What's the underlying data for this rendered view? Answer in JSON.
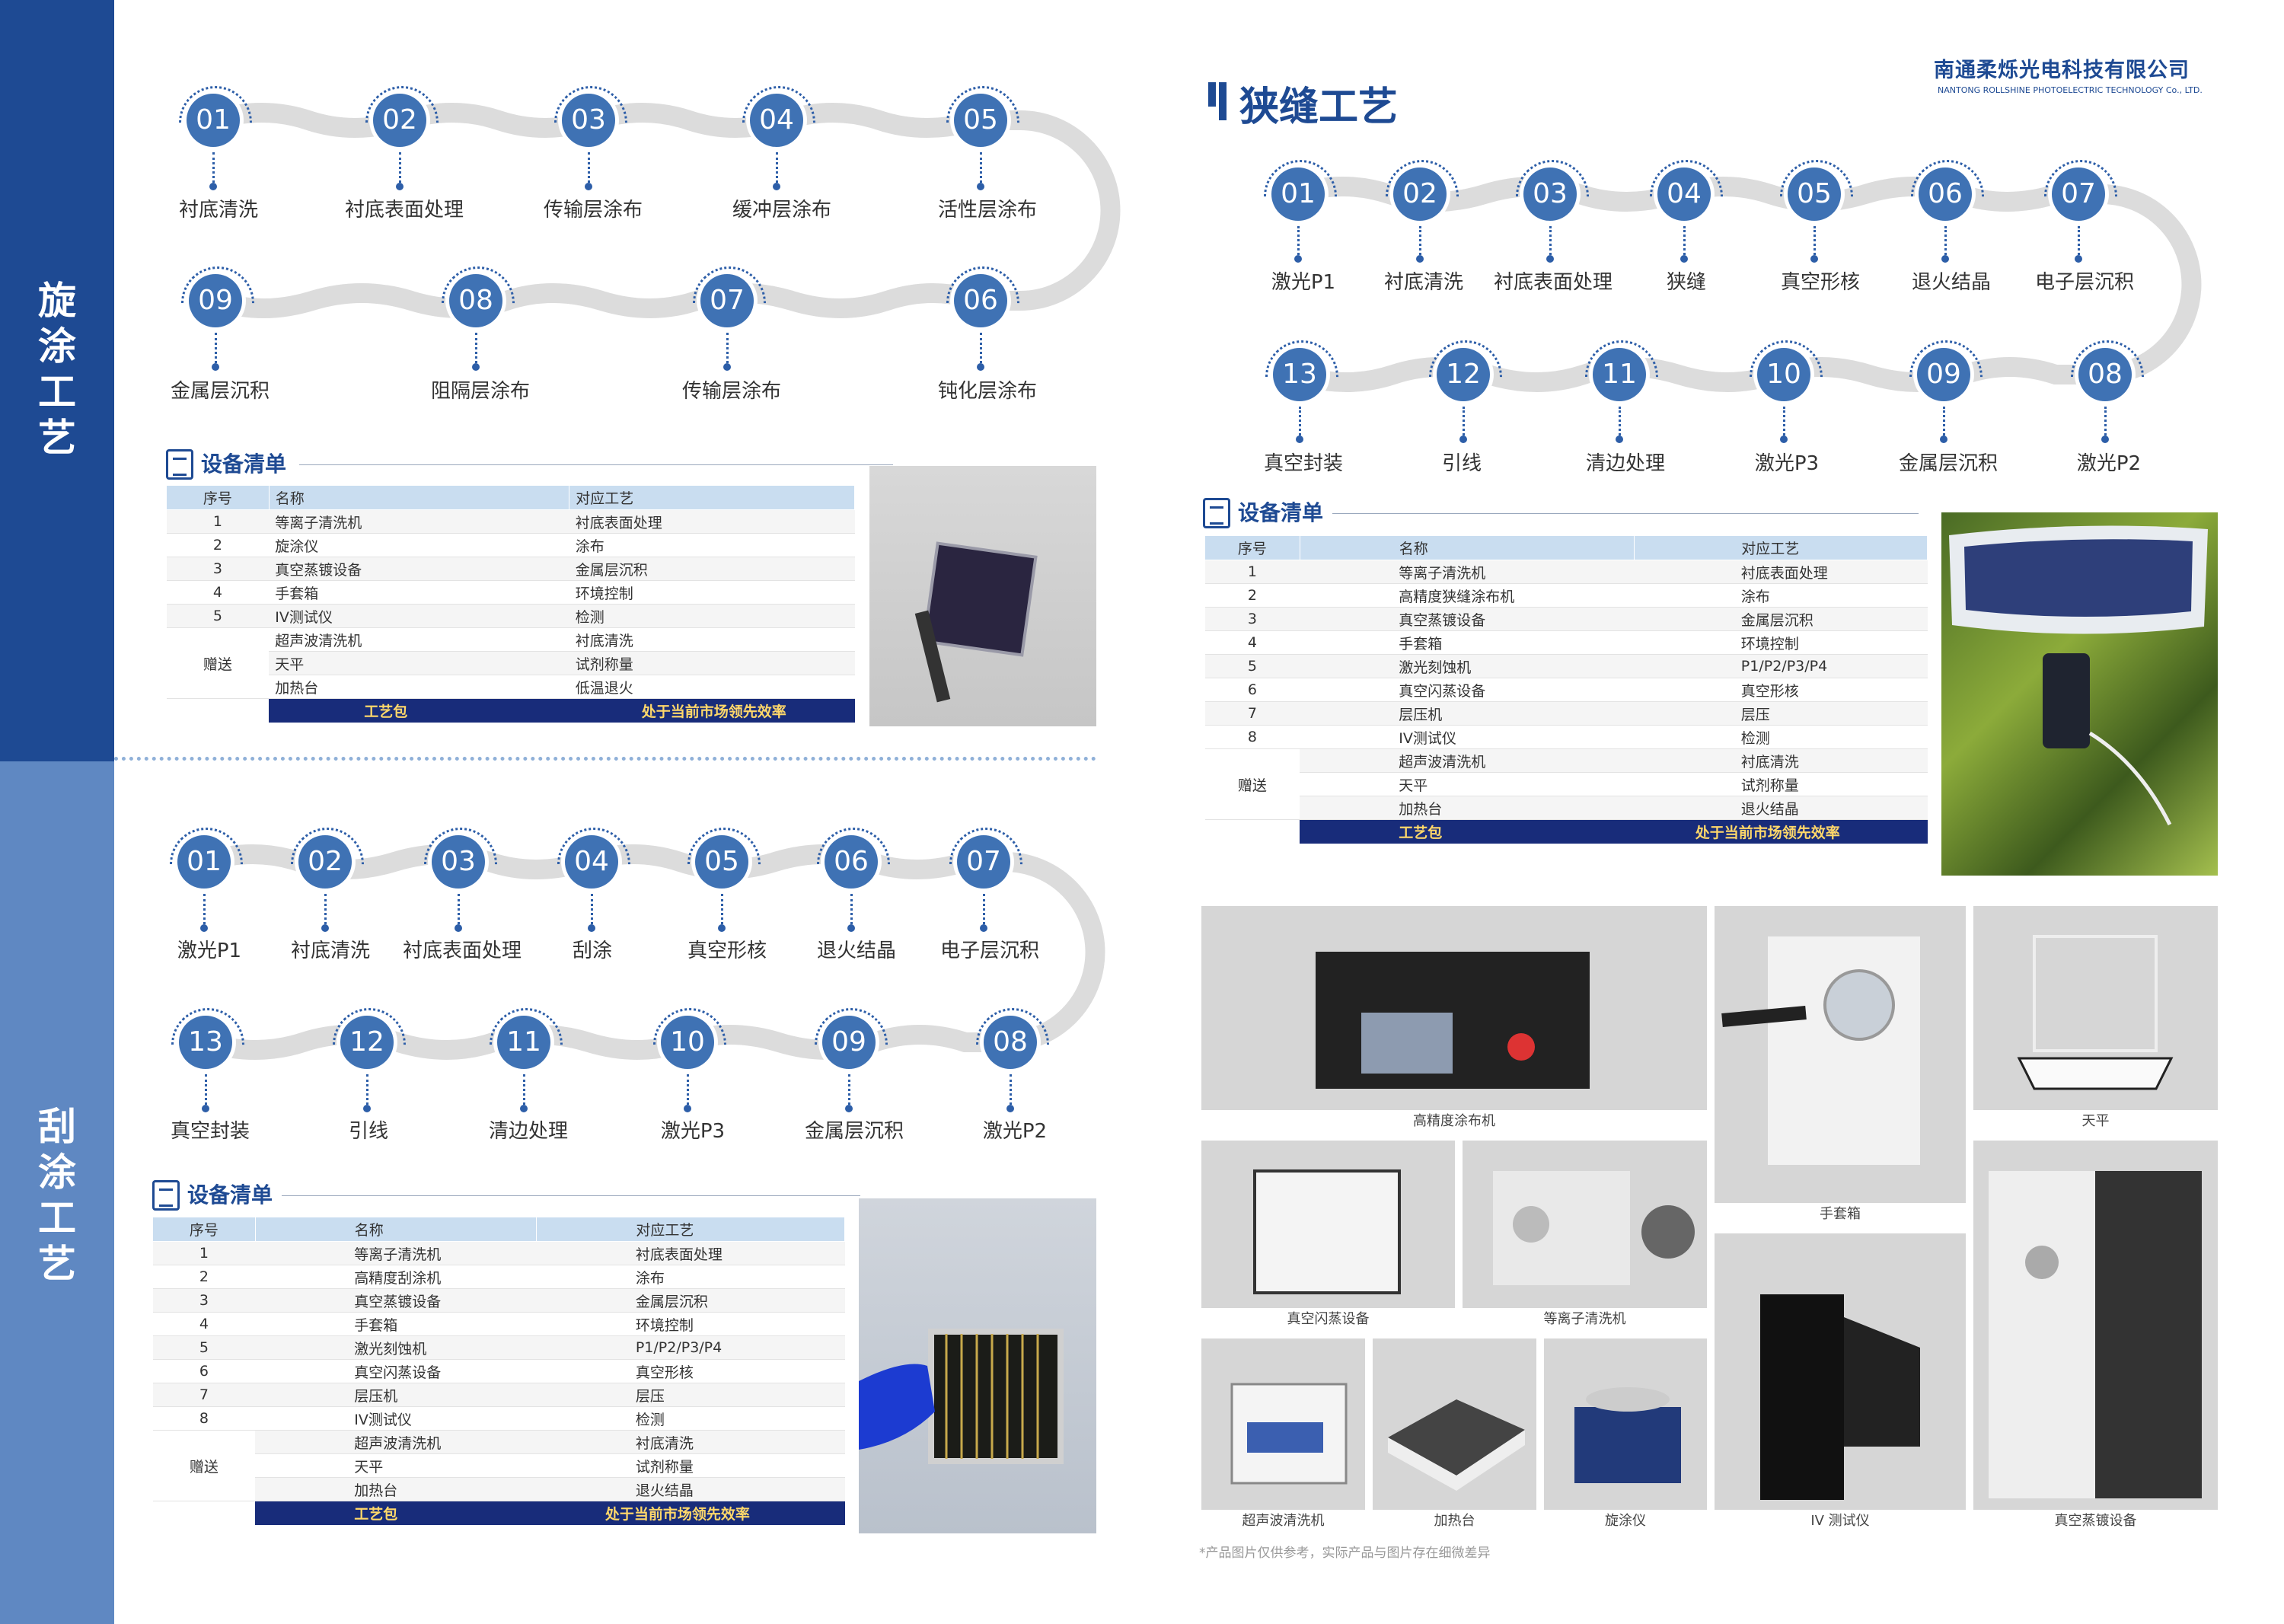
{
  "sidebar": {
    "spin_title": [
      "旋",
      "涂",
      "工",
      "艺"
    ],
    "blade_title": [
      "刮",
      "涂",
      "工",
      "艺"
    ]
  },
  "header": {
    "company_cn": "南通柔烁光电科技有限公司",
    "company_en": "NANTONG ROLLSHINE PHOTOELECTRIC TECHNOLOGY Co., LTD.",
    "slot_title": "狭缝工艺"
  },
  "spin": {
    "steps": [
      {
        "num": "01",
        "label": "衬底清洗"
      },
      {
        "num": "02",
        "label": "衬底表面处理"
      },
      {
        "num": "03",
        "label": "传输层涂布"
      },
      {
        "num": "04",
        "label": "缓冲层涂布"
      },
      {
        "num": "05",
        "label": "活性层涂布"
      },
      {
        "num": "06",
        "label": "钝化层涂布"
      },
      {
        "num": "07",
        "label": "传输层涂布"
      },
      {
        "num": "08",
        "label": "阻隔层涂布"
      },
      {
        "num": "09",
        "label": "金属层沉积"
      }
    ],
    "list_title": "设备清单",
    "headers": [
      "序号",
      "名称",
      "对应工艺"
    ],
    "rows": [
      [
        "1",
        "等离子清洗机",
        "衬底表面处理"
      ],
      [
        "2",
        "旋涂仪",
        "涂布"
      ],
      [
        "3",
        "真空蒸镀设备",
        "金属层沉积"
      ],
      [
        "4",
        "手套箱",
        "环境控制"
      ],
      [
        "5",
        "IV测试仪",
        "检测"
      ]
    ],
    "gift_label": "赠送",
    "gift_rows": [
      [
        "超声波清洗机",
        "衬底清洗"
      ],
      [
        "天平",
        "试剂称量"
      ],
      [
        "加热台",
        "低温退火"
      ]
    ],
    "package": [
      "工艺包",
      "处于当前市场领先效率"
    ]
  },
  "blade": {
    "steps": [
      {
        "num": "01",
        "label": "激光P1"
      },
      {
        "num": "02",
        "label": "衬底清洗"
      },
      {
        "num": "03",
        "label": "衬底表面处理"
      },
      {
        "num": "04",
        "label": "刮涂"
      },
      {
        "num": "05",
        "label": "真空形核"
      },
      {
        "num": "06",
        "label": "退火结晶"
      },
      {
        "num": "07",
        "label": "电子层沉积"
      },
      {
        "num": "08",
        "label": "激光P2"
      },
      {
        "num": "09",
        "label": "金属层沉积"
      },
      {
        "num": "10",
        "label": "激光P3"
      },
      {
        "num": "11",
        "label": "清边处理"
      },
      {
        "num": "12",
        "label": "引线"
      },
      {
        "num": "13",
        "label": "真空封装"
      }
    ],
    "list_title": "设备清单",
    "headers": [
      "序号",
      "名称",
      "对应工艺"
    ],
    "rows": [
      [
        "1",
        "等离子清洗机",
        "衬底表面处理"
      ],
      [
        "2",
        "高精度刮涂机",
        "涂布"
      ],
      [
        "3",
        "真空蒸镀设备",
        "金属层沉积"
      ],
      [
        "4",
        "手套箱",
        "环境控制"
      ],
      [
        "5",
        "激光刻蚀机",
        "P1/P2/P3/P4"
      ],
      [
        "6",
        "真空闪蒸设备",
        "真空形核"
      ],
      [
        "7",
        "层压机",
        "层压"
      ],
      [
        "8",
        "IV测试仪",
        "检测"
      ]
    ],
    "gift_label": "赠送",
    "gift_rows": [
      [
        "超声波清洗机",
        "衬底清洗"
      ],
      [
        "天平",
        "试剂称量"
      ],
      [
        "加热台",
        "退火结晶"
      ]
    ],
    "package": [
      "工艺包",
      "处于当前市场领先效率"
    ]
  },
  "slot": {
    "steps": [
      {
        "num": "01",
        "label": "激光P1"
      },
      {
        "num": "02",
        "label": "衬底清洗"
      },
      {
        "num": "03",
        "label": "衬底表面处理"
      },
      {
        "num": "04",
        "label": "狭缝"
      },
      {
        "num": "05",
        "label": "真空形核"
      },
      {
        "num": "06",
        "label": "退火结晶"
      },
      {
        "num": "07",
        "label": "电子层沉积"
      },
      {
        "num": "08",
        "label": "激光P2"
      },
      {
        "num": "09",
        "label": "金属层沉积"
      },
      {
        "num": "10",
        "label": "激光P3"
      },
      {
        "num": "11",
        "label": "清边处理"
      },
      {
        "num": "12",
        "label": "引线"
      },
      {
        "num": "13",
        "label": "真空封装"
      }
    ],
    "list_title": "设备清单",
    "headers": [
      "序号",
      "名称",
      "对应工艺"
    ],
    "rows": [
      [
        "1",
        "等离子清洗机",
        "衬底表面处理"
      ],
      [
        "2",
        "高精度狭缝涂布机",
        "涂布"
      ],
      [
        "3",
        "真空蒸镀设备",
        "金属层沉积"
      ],
      [
        "4",
        "手套箱",
        "环境控制"
      ],
      [
        "5",
        "激光刻蚀机",
        "P1/P2/P3/P4"
      ],
      [
        "6",
        "真空闪蒸设备",
        "真空形核"
      ],
      [
        "7",
        "层压机",
        "层压"
      ],
      [
        "8",
        "IV测试仪",
        "检测"
      ]
    ],
    "gift_label": "赠送",
    "gift_rows": [
      [
        "超声波清洗机",
        "衬底清洗"
      ],
      [
        "天平",
        "试剂称量"
      ],
      [
        "加热台",
        "退火结晶"
      ]
    ],
    "package": [
      "工艺包",
      "处于当前市场领先效率"
    ]
  },
  "equipment": {
    "coater": "高精度涂布机",
    "glovebox": "手套箱",
    "balance": "天平",
    "flash": "真空闪蒸设备",
    "plasma": "等离子清洗机",
    "ultrasonic": "超声波清洗机",
    "hotplate": "加热台",
    "spin": "旋涂仪",
    "iv": "IV 测试仪",
    "evaporator": "真空蒸镀设备"
  },
  "note": "*产品图片仅供参考，实际产品与图片存在细微差异",
  "colors": {
    "brand": "#1e4a93",
    "light_brand": "#5f88c2",
    "node": "#3f72b4",
    "package_bg": "#182c7a",
    "package_text": "#ffd86a"
  }
}
